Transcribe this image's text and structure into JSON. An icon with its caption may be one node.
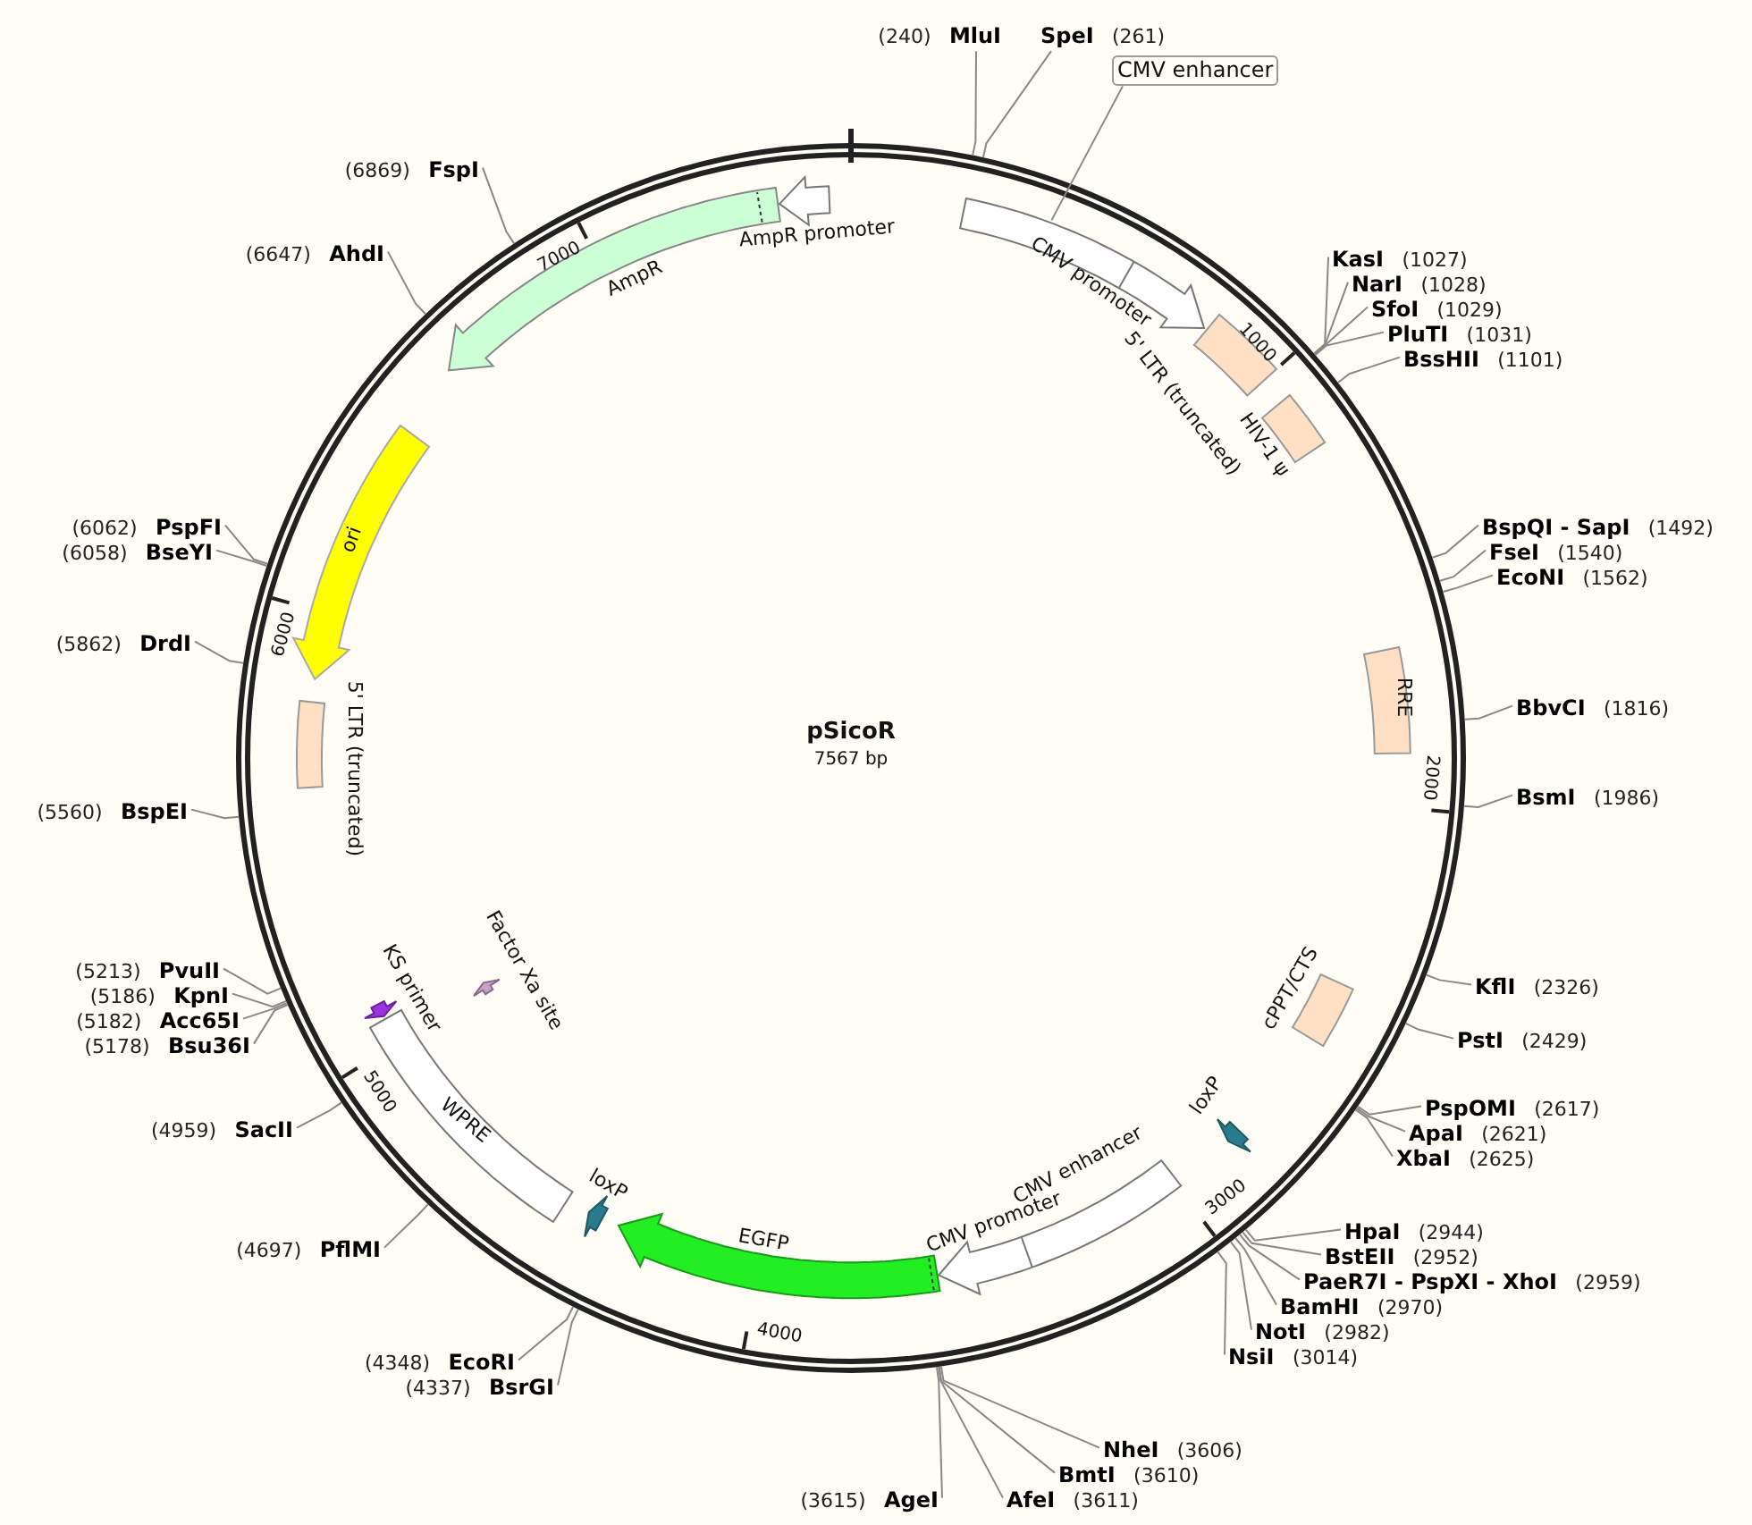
{
  "diagram": {
    "title": "pSicoR",
    "nodes": [
      {
        "text": [
          "CMV enhancer"
        ]
      },
      {
        "text": [
          "CMV promoter"
        ]
      },
      {
        "text": [
          "5' LTR (truncated)"
        ]
      },
      {
        "text": [
          "HIV-1 ψ"
        ]
      },
      {
        "text": [
          "RRE"
        ]
      },
      {
        "text": [
          "cPPT/CTS"
        ]
      },
      {
        "text": [
          "loxP"
        ]
      },
      {
        "text": [
          "CMV enhancer",
          "CMV promoter"
        ]
      },
      {
        "text": [
          "EGFP"
        ]
      },
      {
        "text": [
          "loxP"
        ]
      },
      {
        "text": [
          "WPRE"
        ]
      },
      {
        "text": [
          "KS primer"
        ]
      },
      {
        "text": [
          "Factor Xa site"
        ]
      },
      {
        "text": [
          "5' LTR (truncated)"
        ]
      },
      {
        "text": [
          "ori"
        ]
      },
      {
        "text": [
          "AmpR"
        ]
      },
      {
        "text": [
          "AmpR promoter"
        ]
      },
      {
        "text": [
          "MluI"
        ],
        "beside": [
          "(240)"
        ]
      },
      {
        "text": [
          "SpeI"
        ],
        "beside": [
          "(261)"
        ]
      },
      {
        "text": [
          "KasI"
        ],
        "beside": [
          "(1027)"
        ]
      },
      {
        "text": [
          "NarI"
        ],
        "beside": [
          "(1028)"
        ]
      },
      {
        "text": [
          "SfoI"
        ],
        "beside": [
          "(1029)"
        ]
      },
      {
        "text": [
          "PluTI"
        ],
        "beside": [
          "(1031)"
        ]
      },
      {
        "text": [
          "BssHII"
        ],
        "beside": [
          "(1101)"
        ]
      },
      {
        "text": [
          "BspQI - SapI"
        ],
        "beside": [
          "(1492)"
        ]
      },
      {
        "text": [
          "FseI"
        ],
        "beside": [
          "(1540)"
        ]
      },
      {
        "text": [
          "EcoNI"
        ],
        "beside": [
          "(1562)"
        ]
      },
      {
        "text": [
          "BbvCI"
        ],
        "beside": [
          "(1816)"
        ]
      },
      {
        "text": [
          "BsmI"
        ],
        "beside": [
          "(1986)"
        ]
      },
      {
        "text": [
          "KflI"
        ],
        "beside": [
          "(2326)"
        ]
      },
      {
        "text": [
          "PstI"
        ],
        "beside": [
          "(2429)"
        ]
      },
      {
        "text": [
          "PspOMI"
        ],
        "beside": [
          "(2617)"
        ]
      },
      {
        "text": [
          "ApaI"
        ],
        "beside": [
          "(2621)"
        ]
      },
      {
        "text": [
          "XbaI"
        ],
        "beside": [
          "(2625)"
        ]
      },
      {
        "text": [
          "HpaI"
        ],
        "beside": [
          "(2944)"
        ]
      },
      {
        "text": [
          "BstEII"
        ],
        "beside": [
          "(2952)"
        ]
      },
      {
        "text": [
          "PaeR7I - PspXI - XhoI"
        ],
        "beside": [
          "(2959)"
        ]
      },
      {
        "text": [
          "BamHI"
        ],
        "beside": [
          "(2970)"
        ]
      },
      {
        "text": [
          "NotI"
        ],
        "beside": [
          "(2982)"
        ]
      },
      {
        "text": [
          "NsiI"
        ],
        "beside": [
          "(3014)"
        ]
      },
      {
        "text": [
          "NheI"
        ],
        "beside": [
          "(3606)"
        ]
      },
      {
        "text": [
          "BmtI"
        ],
        "beside": [
          "(3610)"
        ]
      },
      {
        "text": [
          "AfeI"
        ],
        "beside": [
          "(3611)"
        ]
      },
      {
        "text": [
          "AgeI"
        ],
        "beside": [
          "(3615)"
        ]
      },
      {
        "text": [
          "BsrGI"
        ],
        "beside": [
          "(4337)"
        ]
      },
      {
        "text": [
          "EcoRI"
        ],
        "beside": [
          "(4348)"
        ]
      },
      {
        "text": [
          "PflMI"
        ],
        "beside": [
          "(4697)"
        ]
      },
      {
        "text": [
          "SacII"
        ],
        "beside": [
          "(4959)"
        ]
      },
      {
        "text": [
          "Bsu36I"
        ],
        "beside": [
          "(5178)"
        ]
      },
      {
        "text": [
          "Acc65I"
        ],
        "beside": [
          "(5182)"
        ]
      },
      {
        "text": [
          "KpnI"
        ],
        "beside": [
          "(5186)"
        ]
      },
      {
        "text": [
          "PvuII"
        ],
        "beside": [
          "(5213)"
        ]
      },
      {
        "text": [
          "BspEI"
        ],
        "beside": [
          "(5560)"
        ]
      },
      {
        "text": [
          "DrdI"
        ],
        "beside": [
          "(5862)"
        ]
      },
      {
        "text": [
          "BseYI"
        ],
        "beside": [
          "(6058)"
        ]
      },
      {
        "text": [
          "PspFI"
        ],
        "beside": [
          "(6062)"
        ]
      },
      {
        "text": [
          "AhdI"
        ],
        "beside": [
          "(6647)"
        ]
      },
      {
        "text": [
          "FspI"
        ],
        "beside": [
          "(6869)"
        ]
      }
    ],
    "edges": [
      {
        "from": 0,
        "to": 1,
        "arrow": "none"
      },
      {
        "from": 17,
        "to": null,
        "arrow": "none"
      },
      {
        "from": 18,
        "to": null,
        "arrow": "none"
      },
      {
        "from": 19,
        "to": null,
        "arrow": "none"
      },
      {
        "from": 20,
        "to": null,
        "arrow": "none"
      },
      {
        "from": 21,
        "to": null,
        "arrow": "none"
      },
      {
        "from": 22,
        "to": null,
        "arrow": "none"
      },
      {
        "from": 23,
        "to": null,
        "arrow": "none"
      },
      {
        "from": 24,
        "to": null,
        "arrow": "none"
      },
      {
        "from": 25,
        "to": null,
        "arrow": "none"
      },
      {
        "from": 26,
        "to": null,
        "arrow": "none"
      },
      {
        "from": 27,
        "to": null,
        "arrow": "none"
      },
      {
        "from": 28,
        "to": null,
        "arrow": "none"
      },
      {
        "from": 29,
        "to": null,
        "arrow": "none"
      },
      {
        "from": 30,
        "to": null,
        "arrow": "none"
      },
      {
        "from": 31,
        "to": null,
        "arrow": "none"
      },
      {
        "from": 32,
        "to": null,
        "arrow": "none"
      },
      {
        "from": 33,
        "to": null,
        "arrow": "none"
      },
      {
        "from": 34,
        "to": null,
        "arrow": "none"
      },
      {
        "from": 35,
        "to": null,
        "arrow": "none"
      },
      {
        "from": 36,
        "to": null,
        "arrow": "none"
      },
      {
        "from": 37,
        "to": null,
        "arrow": "none"
      },
      {
        "from": 38,
        "to": null,
        "arrow": "none"
      },
      {
        "from": 39,
        "to": null,
        "arrow": "none"
      },
      {
        "from": 40,
        "to": null,
        "arrow": "none"
      },
      {
        "from": 41,
        "to": null,
        "arrow": "none"
      },
      {
        "from": 42,
        "to": null,
        "arrow": "none"
      },
      {
        "from": 43,
        "to": null,
        "arrow": "none"
      },
      {
        "from": 44,
        "to": null,
        "arrow": "none"
      },
      {
        "from": 45,
        "to": null,
        "arrow": "none"
      },
      {
        "from": 46,
        "to": null,
        "arrow": "none"
      },
      {
        "from": 47,
        "to": null,
        "arrow": "none"
      },
      {
        "from": 48,
        "to": null,
        "arrow": "none"
      },
      {
        "from": 49,
        "to": null,
        "arrow": "none"
      },
      {
        "from": 50,
        "to": null,
        "arrow": "none"
      },
      {
        "from": 51,
        "to": null,
        "arrow": "none"
      },
      {
        "from": 52,
        "to": null,
        "arrow": "none"
      },
      {
        "from": 53,
        "to": null,
        "arrow": "none"
      },
      {
        "from": 54,
        "to": null,
        "arrow": "none"
      },
      {
        "from": 55,
        "to": null,
        "arrow": "none"
      },
      {
        "from": 56,
        "to": null,
        "arrow": "none"
      },
      {
        "from": 57,
        "to": null,
        "arrow": "none"
      }
    ],
    "labels": [
      "7567 bp",
      "1000",
      "2000",
      "3000",
      "4000",
      "5000",
      "6000",
      "7000"
    ]
  }
}
